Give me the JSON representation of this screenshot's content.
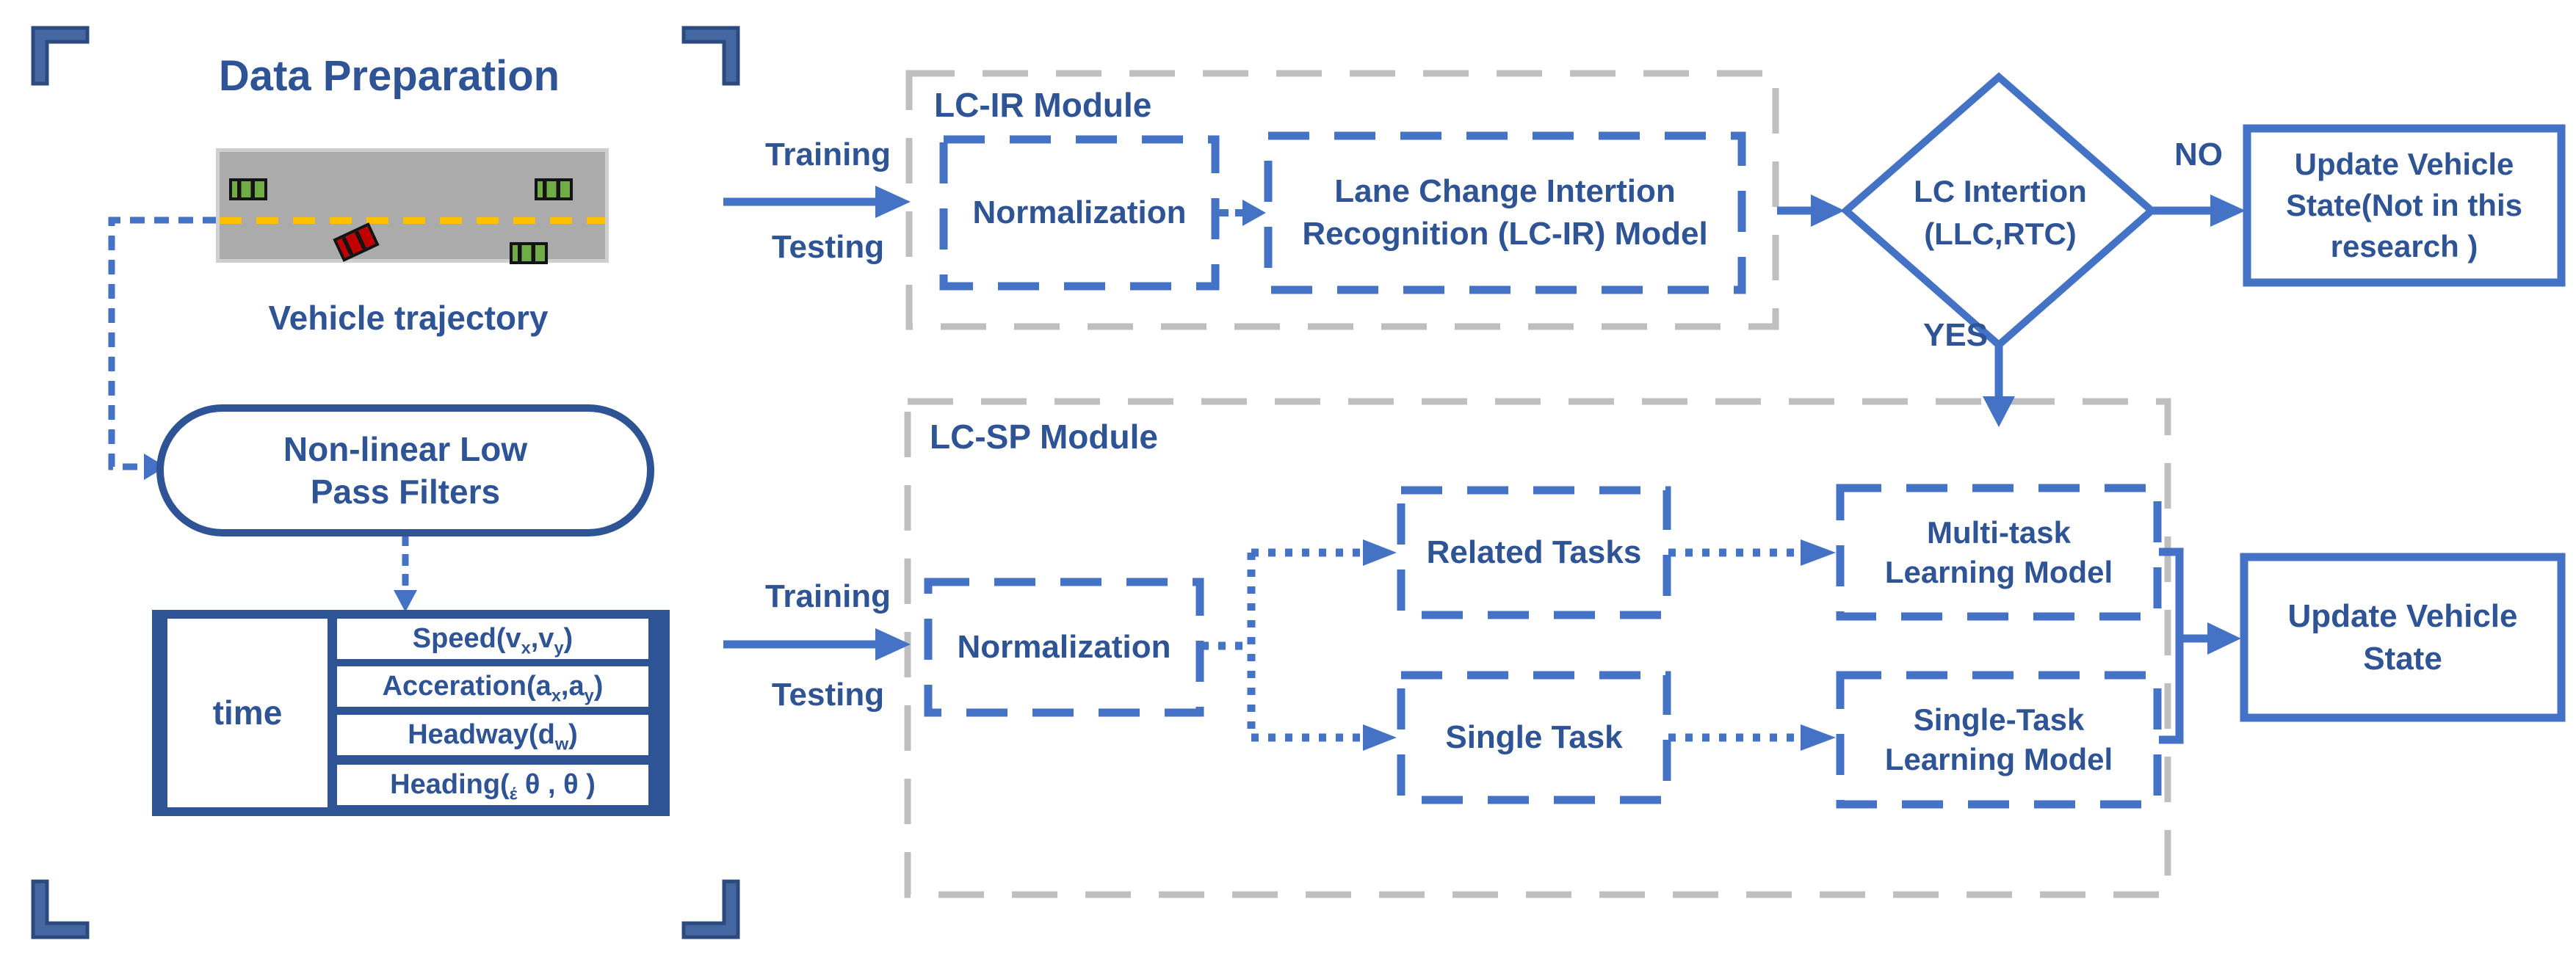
{
  "figure": {
    "data_preparation": {
      "title": "Data Preparation",
      "road_caption": "Vehicle trajectory",
      "filter_line1": "Non-linear Low",
      "filter_line2": "Pass Filters",
      "table": {
        "time_label": "time",
        "rows": [
          {
            "pre": "Speed(v",
            "sub1": "x",
            "mid": ",v",
            "sub2": "y",
            "post": ")"
          },
          {
            "pre": "Acceration(a",
            "sub1": "x",
            "mid": ",a",
            "sub2": "y",
            "post": ")"
          },
          {
            "pre": "Headway(d",
            "sub1": "w",
            "mid": ")",
            "sub2": "",
            "post": ""
          },
          {
            "pre": "Heading(",
            "sub1": "έ",
            "mid": " θ , θ )",
            "sub2": "",
            "post": ""
          }
        ]
      }
    },
    "io_labels": {
      "training": "Training",
      "testing": "Testing"
    },
    "lcir_module": {
      "label": "LC-IR Module",
      "normalization": "Normalization",
      "model_line1": "Lane Change Intertion",
      "model_line2": "Recognition (LC-IR) Model"
    },
    "decision": {
      "line1": "LC Intertion",
      "line2": "(LLC,RTC)",
      "no": "NO",
      "yes": "YES"
    },
    "no_branch_box": {
      "line1": "Update Vehicle",
      "line2": "State(Not in this",
      "line3": "research )"
    },
    "lcsp_module": {
      "label": "LC-SP Module",
      "normalization": "Normalization",
      "related_tasks": "Related Tasks",
      "single_task": "Single Task",
      "multi_line1": "Multi-task",
      "multi_line2": "Learning Model",
      "single_model_line1": "Single-Task",
      "single_model_line2": "Learning Model"
    },
    "update_box": {
      "line1": "Update Vehicle",
      "line2": "State"
    },
    "colors": {
      "accent": "#4472C4",
      "dark_text": "#2F5496",
      "module_border": "#BFBFBF",
      "road_fill": "#ABABAB",
      "lane_marking": "#FFC000",
      "car_green": "#70AD47",
      "car_red": "#C00000"
    }
  }
}
